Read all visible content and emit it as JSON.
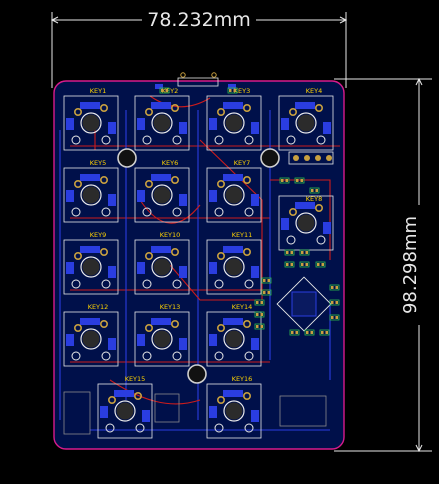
{
  "dimensions": {
    "width_label": "78.232mm",
    "height_label": "98.298mm"
  },
  "keys": [
    {
      "label": "KEY1"
    },
    {
      "label": "KEY2"
    },
    {
      "label": "KEY3"
    },
    {
      "label": "KEY4"
    },
    {
      "label": "KEY5"
    },
    {
      "label": "KEY6"
    },
    {
      "label": "KEY7"
    },
    {
      "label": "KEY8"
    },
    {
      "label": "KEY9"
    },
    {
      "label": "KEY10"
    },
    {
      "label": "KEY11"
    },
    {
      "label": "KEY12"
    },
    {
      "label": "KEY13"
    },
    {
      "label": "KEY14"
    },
    {
      "label": "KEY15"
    },
    {
      "label": "KEY16"
    }
  ],
  "colors": {
    "background": "#000000",
    "board_outline": "#d81b8c",
    "dimension_lines": "#e8e8e8",
    "silkscreen_yellow": "#ffd400",
    "silkscreen_white": "#e8e8e8",
    "copper_top": "#cc1c1c",
    "copper_bottom": "#2a3de0",
    "pad_copper": "#c8a040",
    "ground_fill": "#00104a"
  }
}
